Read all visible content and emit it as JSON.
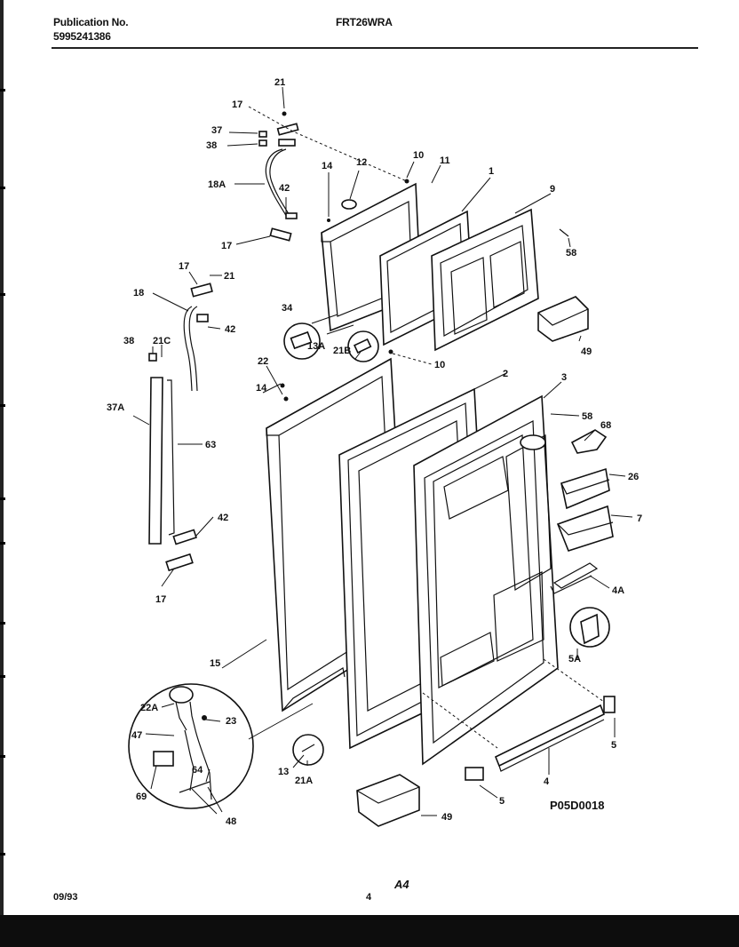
{
  "header": {
    "publication_label": "Publication No.",
    "publication_number": "5995241386",
    "model": "FRT26WRA"
  },
  "footer": {
    "date": "09/93",
    "page": "4",
    "mark": "A4"
  },
  "diagram": {
    "code": "P05D0018",
    "callouts": [
      "21",
      "17",
      "37",
      "38",
      "18A",
      "42",
      "17",
      "14",
      "12",
      "10",
      "11",
      "1",
      "9",
      "58",
      "17",
      "21",
      "18",
      "42",
      "34",
      "13A",
      "21B",
      "10",
      "49",
      "38",
      "21C",
      "37A",
      "63",
      "22",
      "14",
      "2",
      "3",
      "58",
      "68",
      "26",
      "7",
      "42",
      "17",
      "4A",
      "5A",
      "15",
      "22A",
      "23",
      "47",
      "69",
      "64",
      "48",
      "13",
      "21A",
      "49",
      "5",
      "4",
      "5"
    ]
  }
}
